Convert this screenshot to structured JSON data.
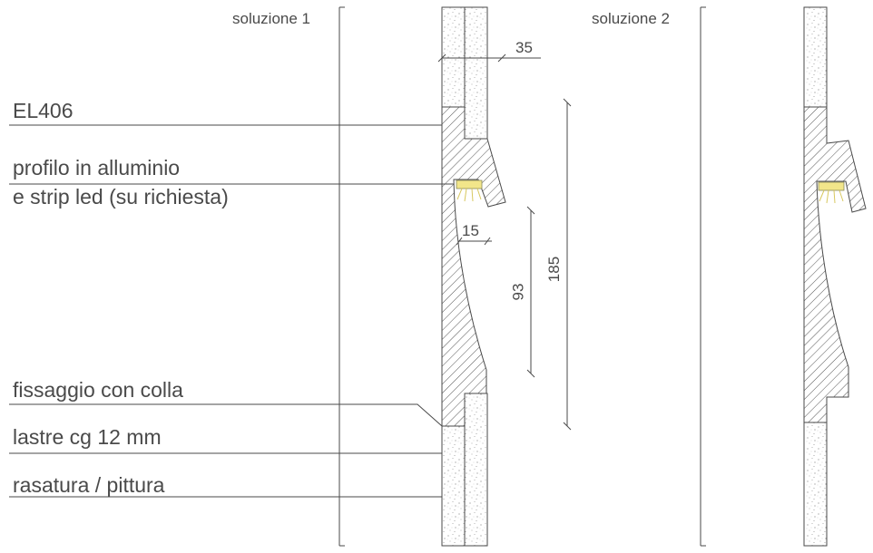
{
  "titles": {
    "solution_1": "soluzione 1",
    "solution_2": "soluzione 2"
  },
  "callouts": {
    "profile_code": "EL406",
    "profile_line1": "profilo in alluminio",
    "profile_line2": "e strip led (su richiesta)",
    "fixing": "fissaggio con colla",
    "plasterboard": "lastre cg 12 mm",
    "finish": "rasatura / pittura"
  },
  "dimensions": {
    "top_offset": "35",
    "lip": "15",
    "inner_height": "93",
    "total_height": "185"
  },
  "colors": {
    "line": "#4a4a4a",
    "led": "#f2e68a",
    "hatch": "#555555"
  }
}
